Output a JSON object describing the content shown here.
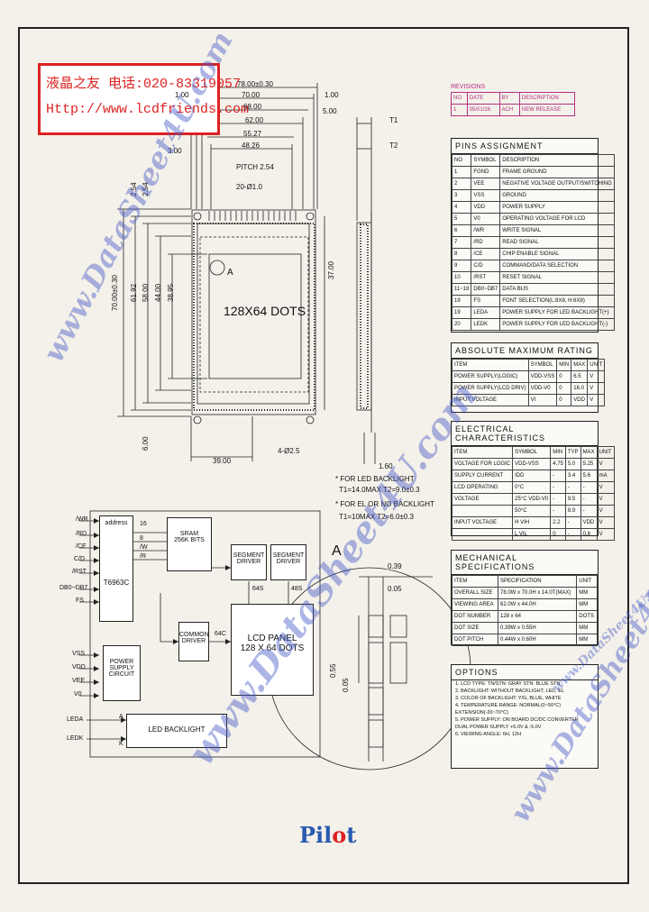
{
  "header": {
    "line1": "液晶之友 电话:020-83319057",
    "line2": "Http://www.lcdfriends.com"
  },
  "revisions": {
    "title": "REVISIONS",
    "headers": [
      "NO",
      "DATE",
      "BY",
      "DESCRIPTION"
    ],
    "rows": [
      [
        "1",
        "05/01/26",
        "ACH",
        "NEW RELEASE"
      ]
    ]
  },
  "dims": {
    "w_total": "78.00±0.30",
    "w_bezel": "70.00",
    "w_va": "68.00",
    "w_aa": "62.00",
    "w_dots": "55.27",
    "w_pitch": "48.26",
    "left_100": "1.00",
    "left_300": "3.00",
    "right_100": "1.00",
    "right_500": "5.00",
    "pitch": "PITCH 2.54",
    "holes": "20-Ø1.0",
    "h_total": "70.00±0.30",
    "h_62": "61.92",
    "h_58": "58.00",
    "h_44": "44.00",
    "h_38": "38.95",
    "h_254a": "2.54",
    "h_254b": "2.54",
    "h_6": "6.00",
    "h_37": "37.00",
    "w_39": "39.00",
    "holes4": "4-Ø2.5",
    "side_160": "1.60",
    "t1": "T1",
    "t2": "T2",
    "panel_label": "128X64 DOTS",
    "detail_a_ref": "A",
    "note1a": "* FOR LED BACKLIGHT",
    "note1b": "T1=14.0MAX   T2=9.0±0.3",
    "note2a": "* FOR EL OR NO BACKLIGHT",
    "note2b": "T1=10MAX   T2=6.0±0.3"
  },
  "detail": {
    "label": "A",
    "d039": "0.39",
    "d005": "0.05",
    "d055": "0.55",
    "d005b": "0.05"
  },
  "pins": {
    "title": "PINS ASSIGNMENT",
    "headers": [
      "NO",
      "SYMBOL",
      "DESCRIPTION"
    ],
    "rows": [
      [
        "1",
        "FGND",
        "FRAME GROUND"
      ],
      [
        "2",
        "VEE",
        "NEGATIVE VOLTAGE OUTPUT/SWITCHING"
      ],
      [
        "3",
        "VSS",
        "GROUND"
      ],
      [
        "4",
        "VDD",
        "POWER SUPPLY"
      ],
      [
        "5",
        "V0",
        "OPERATING VOLTAGE FOR LCD"
      ],
      [
        "6",
        "/WR",
        "WRITE SIGNAL"
      ],
      [
        "7",
        "/RD",
        "READ SIGNAL"
      ],
      [
        "8",
        "/CE",
        "CHIP ENABLE SIGNAL"
      ],
      [
        "9",
        "C/D",
        "COMMAND/DATA SELECTION"
      ],
      [
        "10",
        "/RST",
        "RESET SIGNAL"
      ],
      [
        "11~18",
        "DB0~DB7",
        "DATA BUS"
      ],
      [
        "19",
        "FS",
        "FONT SELECTION(L:8X8, H:6X8)"
      ],
      [
        "19",
        "LEDA",
        "POWER SUPPLY FOR LED BACKLIGHT(+)"
      ],
      [
        "20",
        "LEDK",
        "POWER SUPPLY FOR LED BACKLIGHT(-)"
      ]
    ]
  },
  "absmax": {
    "title": "ABSOLUTE MAXIMUM RATING",
    "headers": [
      "ITEM",
      "SYMBOL",
      "MIN",
      "MAX",
      "UNIT"
    ],
    "rows": [
      [
        "POWER SUPPLY(LOGIC)",
        "VDD-VSS",
        "0",
        "6.5",
        "V"
      ],
      [
        "POWER SUPPLY(LCD DRIV)",
        "VDD-V0",
        "0",
        "16.0",
        "V"
      ],
      [
        "INPUT VOLTAGE",
        "VI",
        "0",
        "VDD",
        "V"
      ]
    ]
  },
  "elec": {
    "title": "ELECTRICAL CHARACTERISTICS",
    "headers": [
      "ITEM",
      "SYMBOL",
      "MIN",
      "TYP",
      "MAX",
      "UNIT"
    ],
    "rows": [
      [
        "VOLTAGE FOR LOGIC",
        "VDD-VSS",
        "4.75",
        "5.0",
        "5.25",
        "V"
      ],
      [
        "SUPPLY CURRENT",
        "IDD",
        "-",
        "3.4",
        "5.6",
        "mA"
      ],
      [
        "LCD OPERATING",
        "0°C",
        "-",
        "-",
        "-",
        "V"
      ],
      [
        "VOLTAGE",
        "25°C VDD-V0",
        "-",
        "9.5",
        "-",
        "V"
      ],
      [
        "",
        "50°C",
        "-",
        "8.9",
        "-",
        "V"
      ],
      [
        "INPUT VOLTAGE",
        "H  VIH",
        "2.2",
        "-",
        "VDD",
        "V"
      ],
      [
        "",
        "L  VIL",
        "0",
        "-",
        "0.8",
        "V"
      ]
    ]
  },
  "mech": {
    "title": "MECHANICAL SPECIFICATIONS",
    "headers": [
      "ITEM",
      "SPECIFICATION",
      "UNIT"
    ],
    "rows": [
      [
        "OVERALL SIZE",
        "78.0W x 70.0H x 14.0T(MAX)",
        "MM"
      ],
      [
        "VIEWING AREA",
        "62.0W x 44.0H",
        "MM"
      ],
      [
        "DOT NUMBER",
        "128 x 64",
        "DOTS"
      ],
      [
        "DOT SIZE",
        "0.39W x 0.55H",
        "MM"
      ],
      [
        "DOT PITCH",
        "0.44W x 0.60H",
        "MM"
      ]
    ]
  },
  "options": {
    "title": "OPTIONS",
    "lines": [
      "1. LCD TYPE: TN/STN: GRAY STN: BLUE STN",
      "2. BACKLIGHT: WITHOUT BACKLIGHT, LED, EL",
      "3. COLOR OF BACKLIGHT: Y/G, BLUE, WHITE",
      "4. TEMPERATURE RANGE: NORMAL(0~50°C)",
      "   EXTENSION(-20~70°C)",
      "5. POWER SUPPLY: ON BOARD DC/DC CONVERTER",
      "   DUAL POWER SUPPLY +5.0V & -5.0V",
      "6. VIEWING ANGLE: 6H, 12H"
    ]
  },
  "block": {
    "pins_left": [
      "/WR",
      "/RD",
      "/CE",
      "C/D",
      "/RST",
      "DB0~DB7",
      "FS"
    ],
    "ctrl_top": "address",
    "ctrl_16": "16",
    "ctrl_addr_lines": [
      "8",
      "/W",
      "/R"
    ],
    "controller": "T6963C",
    "sram": "SRAM",
    "sram_size": "256K BITS",
    "seg1": "SEGMENT DRIVER",
    "seg2": "SEGMENT DRIVER",
    "seg_bits1": "64S",
    "seg_bits2": "48S",
    "common": "COMMON DRIVER",
    "com_bits": "64C",
    "panel": "LCD PANEL",
    "panel_dots": "128 X 64 DOTS",
    "power_pins": [
      "VSS",
      "VDD",
      "VEE",
      "V0"
    ],
    "power_block": "POWER SUPPLY CIRCUIT",
    "led_pins": [
      "LEDA",
      "LEDK"
    ],
    "led_a": "A",
    "led_k": "K",
    "backlight": "LED BACKLIGHT"
  },
  "watermarks": [
    "www.DataSheet4U.com",
    "www.DataSheet4U.com",
    "www.DataSheet4U.com",
    "www.DataSheet4U.com"
  ],
  "logo": "Pilot",
  "logo_parts": [
    "Pil",
    "o",
    "t"
  ]
}
